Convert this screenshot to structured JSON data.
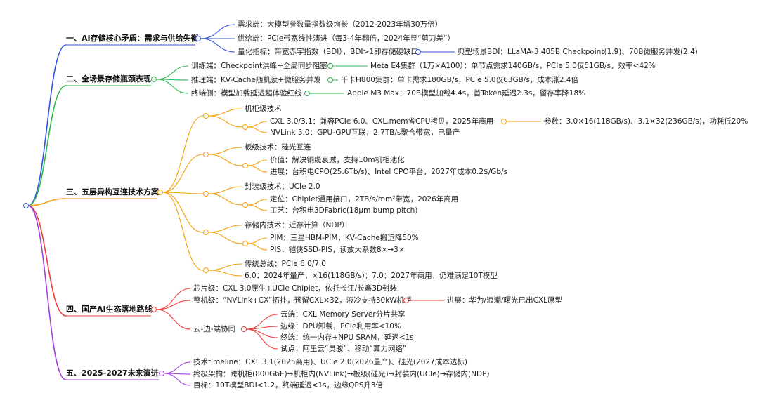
{
  "colors": {
    "b1": "#2f52e0",
    "b2": "#2db84d",
    "b3": "#f5a00a",
    "b4": "#ee3b3b",
    "b5": "#a040e0"
  },
  "mindmap": {
    "b1": {
      "label": "一、AI存储核心矛盾：需求与供给失衡",
      "c1": "需求端：大模型参数量指数级增长（2012-2023年增30万倍）",
      "c2": "供给端：PCIe带宽线性演进（每3-4年翻倍，2024年显“剪刀差”）",
      "c3": "量化指标：带宽赤字指数（BDI），BDI>1即存储硬缺口",
      "c3a": "典型场景BDI：LLaMA-3 405B Checkpoint(1.9)、70B微服务并发(2.4)"
    },
    "b2": {
      "label": "二、全场景存储瓶颈表现",
      "c1": "训练端：Checkpoint洪峰+全局同步阻塞",
      "c1a": "Meta E4集群（1万×A100）：单节点需求140GB/s，PCIe 5.0仅51GB/s，效率<42%",
      "c2": "推理端：KV-Cache随机读+微服务并发",
      "c2a": "千卡H800集群：单卡需求180GB/s，PCIe 5.0仅63GB/s，成本涨2.4倍",
      "c3": "终端侧：模型加载延迟超体验红线",
      "c3a": "Apple M3 Max：70B模型加载4.4s，首Token延迟2.3s，留存率降18%"
    },
    "b3": {
      "label": "三、五层异构互连技术方案",
      "g1": "机柜级技术",
      "g1a": "CXL 3.0/3.1：兼容PCIe 6.0、CXL.mem省CPU拷贝，2025年商用",
      "g1a1": "参数：3.0×16(118GB/s)、3.1×32(236GB/s)，功耗低20%",
      "g1b": "NVLink 5.0：GPU-GPU互联，2.7TB/s聚合带宽，已量产",
      "g2": "板级技术：硅光互连",
      "g2a": "价值：解决铜缆衰减，支持10m机柜池化",
      "g2b": "进展：台积电CPO(25.6Tb/s)、Intel CPO平台，2027年成本0.2$/Gb/s",
      "g3": "封装级技术：UCIe 2.0",
      "g3a": "定位：Chiplet通用接口，2TB/s/mm²带宽，2026年商用",
      "g3b": "工艺：台积电3DFabric(18μm bump pitch)",
      "g4": "存储内技术：近存计算（NDP）",
      "g4a": "PIM：三星HBM-PIM，KV-Cache搬运降50%",
      "g4b": "PIS：铠侠SSD-PIS，读放大系数8×→3×",
      "g5": "传统总线：PCIe 6.0/7.0",
      "g5a": "6.0：2024年量产，×16(118GB/s)；7.0：2027年商用，仍难满足10T模型"
    },
    "b4": {
      "label": "四、国产AI生态落地路线",
      "c1": "芯片级：CXL 3.0原生+UCIe Chiplet，依托长江/长鑫3D封装",
      "c2": "整机级：“NVLink+CX”拓扑，预留CXL×32，液冷支持30kW机柜",
      "c2a": "进展：华为/浪潮/曙光已出CXL原型",
      "c3": "云-边-端协同",
      "c3a": "云端：CXL Memory Server分片共享",
      "c3b": "边缘：DPU卸载，PCIe利用率<10%",
      "c3c": "终端：统一内存+NPU SRAM，延迟<1s",
      "c3d": "试点：阿里云“灵骏”、移动“算力网络”"
    },
    "b5": {
      "label": "五、2025-2027未来演进",
      "c1": "技术timeline：CXL 3.1(2025商用)、UCIe 2.0(2026量产)、硅光(2027成本达标)",
      "c2": "终极架构：跨机柜(800GbE)→机柜内(NVLink)→板级(硅光)→封装内(UCIe)→存储内(NDP)",
      "c3": "目标：10T模型BDI<1.2，终端延迟<1s，边缘QPS升3倍"
    }
  }
}
